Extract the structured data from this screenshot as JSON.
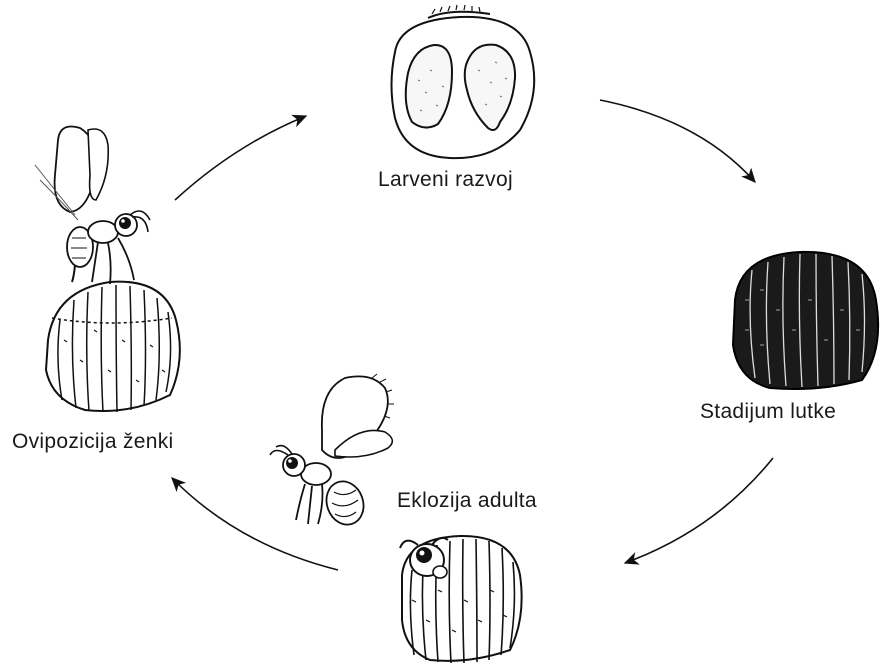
{
  "stages": {
    "larval_development": "Larveni razvoj",
    "pupa": "Stadijum lutke",
    "adult_eclosion": "Eklozija adulta",
    "female_oviposition": "Ovipozicija ženki"
  },
  "colors": {
    "ink": "#111111",
    "background": "#ffffff"
  },
  "arrows": [
    {
      "from": "female_oviposition",
      "to": "larval_development"
    },
    {
      "from": "larval_development",
      "to": "pupa"
    },
    {
      "from": "pupa",
      "to": "adult_eclosion"
    },
    {
      "from": "adult_eclosion",
      "to": "female_oviposition"
    }
  ]
}
